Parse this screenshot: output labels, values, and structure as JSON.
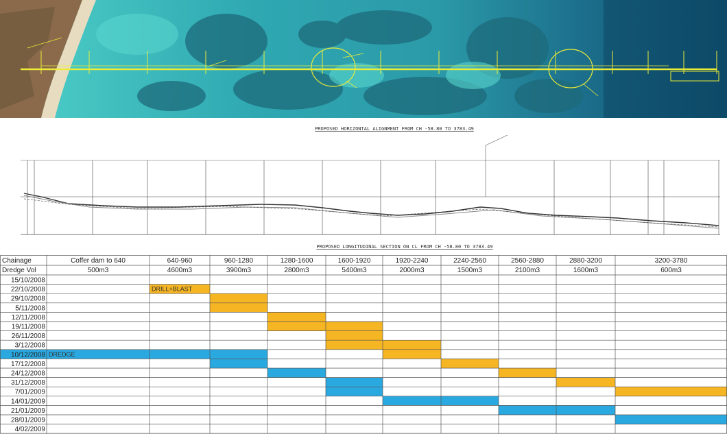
{
  "photo": {
    "colors": {
      "sand": "#e8dcc0",
      "shallow": "#3fc6c3",
      "deep": "#0f4f6e",
      "alignment": "#ecec38"
    }
  },
  "drawing": {
    "horizontal_title": "PROPOSED HORIZONTAL ALIGNMENT FROM CH -58.80 TO 3783.49",
    "longitudinal_title": "PROPOSED LONGITUDINAL SECTION ON CL FROM CH -58.80 TO 3783.49"
  },
  "schedule": {
    "header_chainage": "Chainage",
    "header_volume": "Dredge Vol",
    "columns": [
      {
        "chainage": "Coffer dam to 640",
        "volume": "500m3"
      },
      {
        "chainage": "640-960",
        "volume": "4600m3"
      },
      {
        "chainage": "960-1280",
        "volume": "3900m3"
      },
      {
        "chainage": "1280-1600",
        "volume": "2800m3"
      },
      {
        "chainage": "1600-1920",
        "volume": "5400m3"
      },
      {
        "chainage": "1920-2240",
        "volume": "2000m3"
      },
      {
        "chainage": "2240-2560",
        "volume": "1500m3"
      },
      {
        "chainage": "2560-2880",
        "volume": "2100m3"
      },
      {
        "chainage": "2880-3200",
        "volume": "1600m3"
      },
      {
        "chainage": "3200-3780",
        "volume": "600m3"
      }
    ],
    "dates": [
      "15/10/2008",
      "22/10/2008",
      "29/10/2008",
      "5/11/2008",
      "12/11/2008",
      "19/11/2008",
      "26/11/2008",
      "3/12/2008",
      "10/12/2008",
      "17/12/2008",
      "24/12/2008",
      "31/12/2008",
      "7/01/2009",
      "14/01/2009",
      "21/01/2009",
      "28/01/2009",
      "4/02/2009"
    ],
    "drill_label": "DRILL+BLAST",
    "dredge_label": "DREDGE",
    "drill_color": "#f6b523",
    "dredge_color": "#2aa8e0",
    "drill_bars": [
      {
        "col": 1,
        "start": 1,
        "end": 1
      },
      {
        "col": 2,
        "start": 2,
        "end": 3
      },
      {
        "col": 3,
        "start": 4,
        "end": 5
      },
      {
        "col": 4,
        "start": 5,
        "end": 7
      },
      {
        "col": 5,
        "start": 7,
        "end": 8
      },
      {
        "col": 6,
        "start": 9,
        "end": 9
      },
      {
        "col": 7,
        "start": 10,
        "end": 10
      },
      {
        "col": 8,
        "start": 11,
        "end": 11
      },
      {
        "col": 9,
        "start": 12,
        "end": 12
      }
    ],
    "dredge_bars": [
      {
        "col_start": 0,
        "col_end": 2,
        "row": 8
      },
      {
        "col_start": 2,
        "col_end": 2,
        "row": 9
      },
      {
        "col_start": 3,
        "col_end": 3,
        "row": 10
      },
      {
        "col_start": 4,
        "col_end": 4,
        "row": 11
      },
      {
        "col_start": 4,
        "col_end": 4,
        "row": 12
      },
      {
        "col_start": 5,
        "col_end": 6,
        "row": 13
      },
      {
        "col_start": 7,
        "col_end": 8,
        "row": 14
      },
      {
        "col_start": 9,
        "col_end": 9,
        "row": 15
      }
    ]
  }
}
